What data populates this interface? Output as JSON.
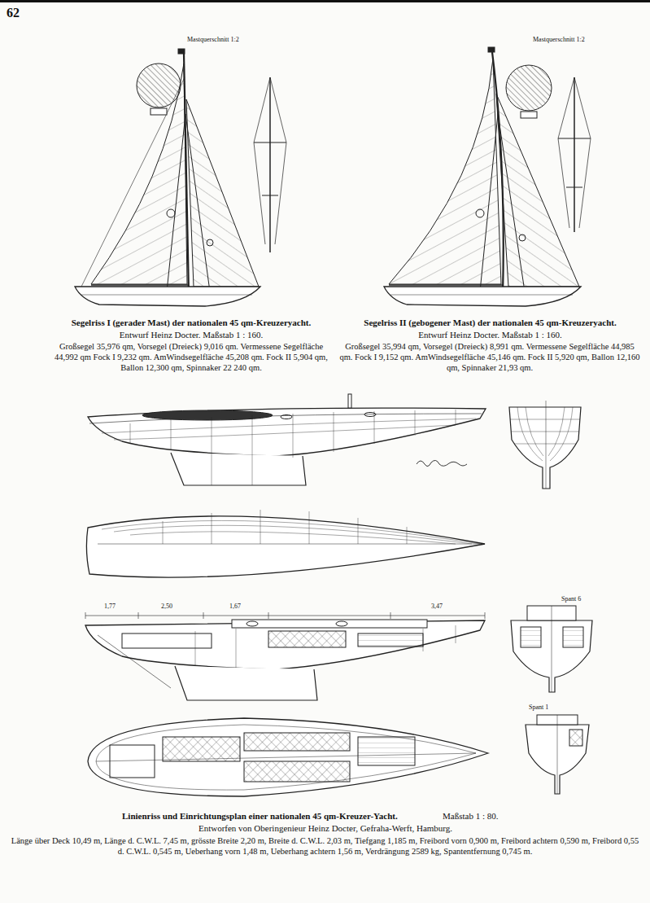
{
  "diagram": {
    "labels": [
      "62",
      "Segelriss I (gerader Mast) der nationalen 45 qm-Kreuzeryacht.",
      "Entwurf Heinz Docter. Maßstab 1 : 160.",
      "Großsegel 35,976 qm, Vorsegel (Dreieck) 9,016 qm. Vermessene Segelfläche 44,992 qm Fock I 9,232 qm. AmWindsegelfläche 45,208 qm. Fock II 5,904 qm, Ballon 12,300 qm, Spinnaker 22 240 qm.",
      "Segelriss II (gebogener Mast) der nationalen 45 qm-Kreuzeryacht.",
      "Entwurf Heinz Docter. Maßstab 1 : 160.",
      "Großsegel 35,994 qm, Vorsegel (Dreieck) 8,991 qm. Vermessene Segelfläche 44,985 qm. Fock I 9,152 qm. AmWindsegelfläche 45,146 qm. Fock II 5,920 qm, Ballon 12,160 qm, Spinnaker 21,93 qm.",
      "Linienriss und Einrichtungsplan einer nationalen 45 qm-Kreuzer-Yacht.",
      "Maßstab 1 : 80.",
      "Entworfen von Oberingenieur Heinz Docter, Gefraha-Werft, Hamburg.",
      "Länge über Deck 10,49 m, Länge d. C.W.L. 7,45 m, grösste Breite 2,20 m, Breite d. C.W.L. 2,03 m, Tiefgang 1,185 m, Freibord vorn 0,900 m, Freibord achtern 0,590 m, Freibord 0,55 d. C.W.L. 0,545 m, Ueberhang vorn 1,48 m, Ueberhang achtern 1,56 m, Verdrängung 2589 kg, Spantentfernung 0,745 m.",
      "Mastquerschnitt 1:2",
      "Mastquerschnitt 1:2",
      "1,77",
      "2,50",
      "1,67",
      "3,47",
      "Spant 6",
      "Spant 1"
    ]
  }
}
